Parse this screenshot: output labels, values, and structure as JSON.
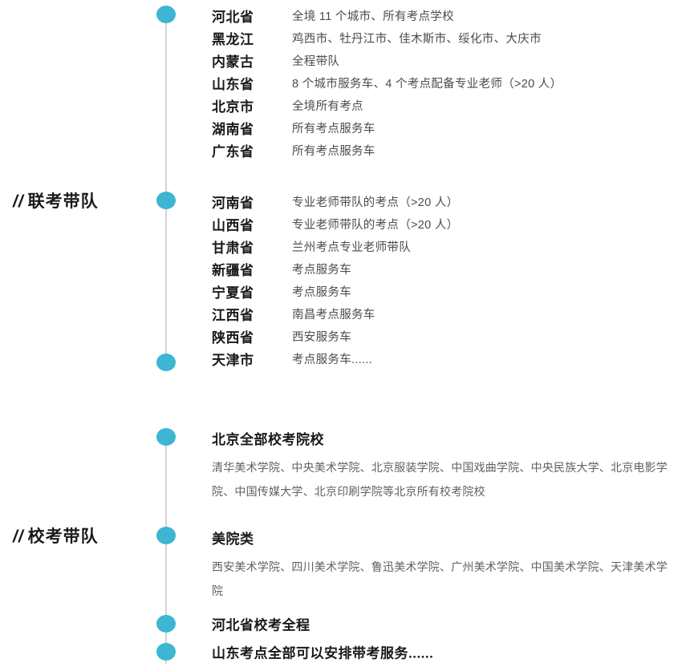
{
  "sections": [
    {
      "caption_mark": "//",
      "caption_label": "联考带队",
      "groups": [
        {
          "rows": [
            {
              "province": "河北省",
              "detail": "全境 11 个城市、所有考点学校"
            },
            {
              "province": "黑龙江",
              "detail": "鸡西市、牡丹江市、佳木斯市、绥化市、大庆市"
            },
            {
              "province": "内蒙古",
              "detail": "全程带队"
            },
            {
              "province": "山东省",
              "detail": "8 个城市服务车、4 个考点配备专业老师（>20 人）"
            },
            {
              "province": "北京市",
              "detail": "全境所有考点"
            },
            {
              "province": "湖南省",
              "detail": "所有考点服务车"
            },
            {
              "province": "广东省",
              "detail": "所有考点服务车"
            }
          ]
        },
        {
          "rows": [
            {
              "province": "河南省",
              "detail": "专业老师带队的考点（>20 人）"
            },
            {
              "province": "山西省",
              "detail": "专业老师带队的考点（>20 人）"
            },
            {
              "province": "甘肃省",
              "detail": "兰州考点专业老师带队"
            },
            {
              "province": "新疆省",
              "detail": "考点服务车"
            },
            {
              "province": "宁夏省",
              "detail": "考点服务车"
            },
            {
              "province": "江西省",
              "detail": "南昌考点服务车"
            },
            {
              "province": "陕西省",
              "detail": "西安服务车"
            },
            {
              "province": "天津市",
              "detail": "考点服务车......"
            }
          ]
        }
      ]
    },
    {
      "caption_mark": "//",
      "caption_label": "校考带队",
      "blocks": [
        {
          "title": "北京全部校考院校",
          "body": "清华美术学院、中央美术学院、北京服装学院、中国戏曲学院、中央民族大学、北京电影学院、中国传媒大学、北京印刷学院等北京所有校考院校"
        },
        {
          "title": "美院类",
          "body": "西安美术学院、四川美术学院、鲁迅美术学院、广州美术学院、中国美术学院、天津美术学院"
        }
      ],
      "bullet_lines": [
        {
          "text": "河北省校考全程"
        },
        {
          "text": "山东考点全部可以安排带考服务......"
        }
      ]
    }
  ],
  "theme": {
    "dot_color": "#3cb6d3",
    "rail_color": "#d3d3d3",
    "heading_color": "#1a1a1a",
    "detail_color": "#4b4b4b",
    "body_color": "#616161"
  }
}
